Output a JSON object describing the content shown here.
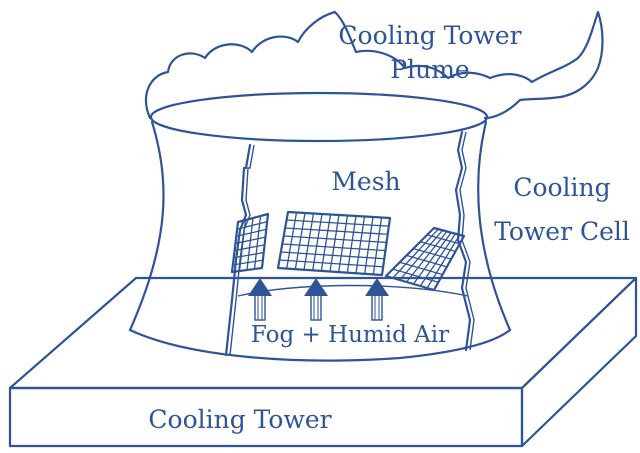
{
  "diagram": {
    "labels": {
      "plume_line1": "Cooling Tower",
      "plume_line2": "Plume",
      "mesh": "Mesh",
      "cell_line1": "Cooling",
      "cell_line2": "Tower Cell",
      "fog": "Fog + Humid Air",
      "base": "Cooling Tower"
    },
    "colors": {
      "ink": "#2f5496",
      "background": "#ffffff"
    }
  }
}
